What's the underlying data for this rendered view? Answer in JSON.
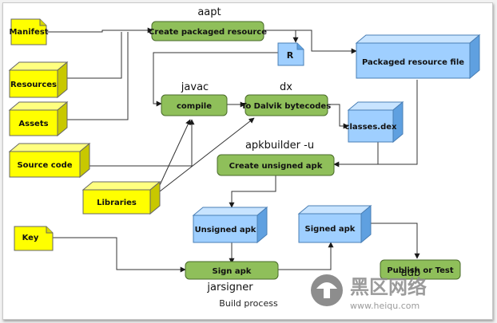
{
  "inputs": {
    "manifest": "Manifest",
    "resources": "Resources",
    "assets": "Assets",
    "source_code": "Source code",
    "libraries": "Libraries",
    "key": "Key"
  },
  "tools": {
    "aapt": "aapt",
    "javac": "javac",
    "dx": "dx",
    "apkbuilder": "apkbuilder -u",
    "jarsigner": "jarsigner",
    "adb": "adb"
  },
  "steps": {
    "create_packaged_resource": "Create packaged resource",
    "compile": "compile",
    "to_dalvik": "To Dalvik bytecodes",
    "create_unsigned_apk": "Create unsigned apk",
    "sign_apk": "Sign apk",
    "publish_or_test": "Publish or Test"
  },
  "outputs": {
    "r": "R",
    "packaged_resource_file": "Packaged resource file",
    "classes_dex": "classes.dex",
    "unsigned_apk": "Unsigned apk",
    "signed_apk": "Signed apk"
  },
  "caption": "Build process",
  "watermark": {
    "chinese": "黑区网络",
    "url": "www.heiqu.com"
  },
  "colors": {
    "input_fill": "#ffff00",
    "input_side": "#c8c800",
    "step_fill": "#8fbf5a",
    "step_border": "#4a6b2a",
    "output_fill": "#9fcfff",
    "output_side": "#5fa0e0",
    "arrow": "#1a1a1a"
  }
}
